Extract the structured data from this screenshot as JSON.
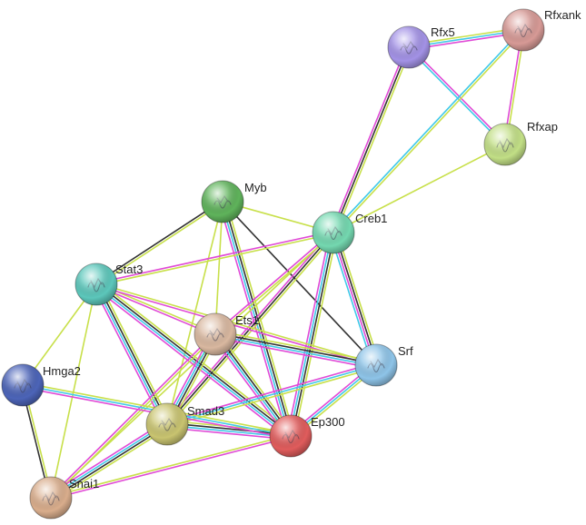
{
  "network": {
    "nodes": [
      {
        "id": "Rfx5",
        "label": "Rfx5",
        "color": "#a392e6"
      },
      {
        "id": "Rfxank",
        "label": "Rfxank",
        "color": "#d79a96"
      },
      {
        "id": "Rfxap",
        "label": "Rfxap",
        "color": "#c2df86"
      },
      {
        "id": "Myb",
        "label": "Myb",
        "color": "#5fb35b"
      },
      {
        "id": "Creb1",
        "label": "Creb1",
        "color": "#74d8b0"
      },
      {
        "id": "Stat3",
        "label": "Stat3",
        "color": "#5cc7bb"
      },
      {
        "id": "Ets1",
        "label": "Ets1",
        "color": "#d9b8a0"
      },
      {
        "id": "Srf",
        "label": "Srf",
        "color": "#8ec4e8"
      },
      {
        "id": "Hmga2",
        "label": "Hmga2",
        "color": "#4c64b8"
      },
      {
        "id": "Smad3",
        "label": "Smad3",
        "color": "#c9c470"
      },
      {
        "id": "Ep300",
        "label": "Ep300",
        "color": "#e05c5c"
      },
      {
        "id": "Snai1",
        "label": "Snai1",
        "color": "#d9ad8c"
      }
    ],
    "edges": [
      {
        "source": "Rfx5",
        "target": "Rfxank",
        "evidence": [
          "green",
          "blue",
          "magenta"
        ]
      },
      {
        "source": "Rfx5",
        "target": "Rfxap",
        "evidence": [
          "magenta",
          "blue"
        ]
      },
      {
        "source": "Rfxank",
        "target": "Rfxap",
        "evidence": [
          "green",
          "magenta"
        ]
      },
      {
        "source": "Rfx5",
        "target": "Creb1",
        "evidence": [
          "green",
          "black",
          "magenta"
        ]
      },
      {
        "source": "Rfxank",
        "target": "Creb1",
        "evidence": [
          "green",
          "blue"
        ]
      },
      {
        "source": "Rfxap",
        "target": "Creb1",
        "evidence": [
          "green"
        ]
      },
      {
        "source": "Myb",
        "target": "Creb1",
        "evidence": [
          "green"
        ]
      },
      {
        "source": "Myb",
        "target": "Stat3",
        "evidence": [
          "green",
          "black"
        ]
      },
      {
        "source": "Myb",
        "target": "Ets1",
        "evidence": [
          "green"
        ]
      },
      {
        "source": "Myb",
        "target": "Srf",
        "evidence": [
          "black"
        ]
      },
      {
        "source": "Myb",
        "target": "Ep300",
        "evidence": [
          "green",
          "black",
          "blue",
          "magenta"
        ]
      },
      {
        "source": "Myb",
        "target": "Smad3",
        "evidence": [
          "green"
        ]
      },
      {
        "source": "Creb1",
        "target": "Stat3",
        "evidence": [
          "green",
          "magenta"
        ]
      },
      {
        "source": "Creb1",
        "target": "Ets1",
        "evidence": [
          "green",
          "magenta"
        ]
      },
      {
        "source": "Creb1",
        "target": "Srf",
        "evidence": [
          "green",
          "black",
          "magenta",
          "blue"
        ]
      },
      {
        "source": "Creb1",
        "target": "Ep300",
        "evidence": [
          "green",
          "black",
          "blue",
          "magenta"
        ]
      },
      {
        "source": "Creb1",
        "target": "Smad3",
        "evidence": [
          "green",
          "black",
          "magenta"
        ]
      },
      {
        "source": "Creb1",
        "target": "Snai1",
        "evidence": [
          "green"
        ]
      },
      {
        "source": "Stat3",
        "target": "Ets1",
        "evidence": [
          "green",
          "magenta"
        ]
      },
      {
        "source": "Stat3",
        "target": "Ep300",
        "evidence": [
          "green",
          "black",
          "blue",
          "magenta"
        ]
      },
      {
        "source": "Stat3",
        "target": "Smad3",
        "evidence": [
          "green",
          "black",
          "blue",
          "magenta"
        ]
      },
      {
        "source": "Stat3",
        "target": "Hmga2",
        "evidence": [
          "green"
        ]
      },
      {
        "source": "Stat3",
        "target": "Snai1",
        "evidence": [
          "green"
        ]
      },
      {
        "source": "Stat3",
        "target": "Srf",
        "evidence": [
          "green",
          "magenta"
        ]
      },
      {
        "source": "Ets1",
        "target": "Srf",
        "evidence": [
          "green",
          "black",
          "blue",
          "magenta"
        ]
      },
      {
        "source": "Ets1",
        "target": "Ep300",
        "evidence": [
          "green",
          "black",
          "blue",
          "magenta"
        ]
      },
      {
        "source": "Ets1",
        "target": "Smad3",
        "evidence": [
          "green",
          "black",
          "blue",
          "magenta"
        ]
      },
      {
        "source": "Ets1",
        "target": "Snai1",
        "evidence": [
          "green",
          "magenta"
        ]
      },
      {
        "source": "Srf",
        "target": "Ep300",
        "evidence": [
          "green",
          "blue",
          "magenta"
        ]
      },
      {
        "source": "Srf",
        "target": "Smad3",
        "evidence": [
          "green",
          "blue",
          "magenta"
        ]
      },
      {
        "source": "Smad3",
        "target": "Ep300",
        "evidence": [
          "green",
          "black",
          "blue",
          "magenta"
        ]
      },
      {
        "source": "Smad3",
        "target": "Snai1",
        "evidence": [
          "green",
          "black",
          "blue",
          "magenta"
        ]
      },
      {
        "source": "Hmga2",
        "target": "Snai1",
        "evidence": [
          "green",
          "black"
        ]
      },
      {
        "source": "Hmga2",
        "target": "Ep300",
        "evidence": [
          "green",
          "blue",
          "magenta"
        ]
      },
      {
        "source": "Snai1",
        "target": "Ep300",
        "evidence": [
          "green",
          "magenta"
        ]
      }
    ],
    "evidence_colors": {
      "green": "#c8e04a",
      "black": "#333333",
      "blue": "#3fc9e8",
      "magenta": "#e04ad6"
    }
  }
}
